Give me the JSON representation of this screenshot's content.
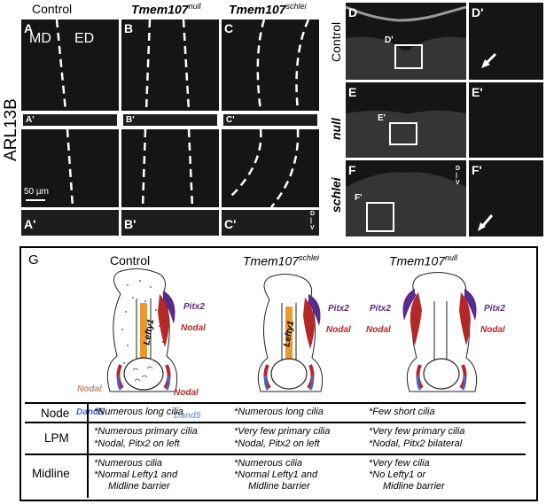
{
  "figure": {
    "col_titles": {
      "control": "Control",
      "null_gene": "Tmem107",
      "null_sup": "null",
      "schlei_gene": "Tmem107",
      "schlei_sup": "schlei"
    },
    "side_label": "ARL13B",
    "panels": {
      "A": "A",
      "B": "B",
      "C": "C",
      "D": "D",
      "E": "E",
      "F": "F",
      "A_prime": "A'",
      "B_prime": "B'",
      "C_prime": "C'",
      "D_prime": "D'",
      "E_prime": "E'",
      "F_prime": "F'",
      "MD": "MD",
      "ED": "ED"
    },
    "scale_bar": "50 µm",
    "axis_d": "D",
    "axis_v": "V",
    "right_rows": {
      "control": "Control",
      "null": "null",
      "schlei": "schlei"
    },
    "schematic": {
      "label": "G",
      "titles": {
        "control": "Control",
        "schlei_gene": "Tmem107",
        "schlei_sup": "schlei",
        "null_gene": "Tmem107",
        "null_sup": "null"
      },
      "gene_labels": {
        "pitx2": "Pitx2",
        "nodal": "Nodal",
        "lefty1": "Lefty1",
        "dand5": "Dand5"
      },
      "colors": {
        "pitx2": "#5a2a8c",
        "nodal": "#b42828",
        "lefty1": "#e89a2c",
        "dand5": "#4a63c8",
        "nodal_light": "#c98a6a"
      },
      "table": {
        "rows": [
          {
            "head": "Node",
            "control": [
              "*Numerous long cilia"
            ],
            "schlei": [
              "*Numerous long cilia"
            ],
            "null": [
              "*Few short cilia"
            ]
          },
          {
            "head": "LPM",
            "control": [
              "*Numerous primary cilia",
              "*Nodal, Pitx2 on left"
            ],
            "schlei": [
              "*Very few primary cilia",
              "*Nodal, Pitx2 on left"
            ],
            "null": [
              "*Very few primary cilia",
              "*Nodal, Pitx2 bilateral"
            ]
          },
          {
            "head": "Midline",
            "control": [
              "*Numerous cilia",
              "*Normal Lefty1 and",
              "Midline barrier"
            ],
            "schlei": [
              "*Numerous cilia",
              "*Normal Lefty1 and",
              "Midline barrier"
            ],
            "null": [
              "*Very few cilia",
              "*No Lefty1 or",
              "Midline barrier"
            ]
          }
        ]
      }
    }
  }
}
